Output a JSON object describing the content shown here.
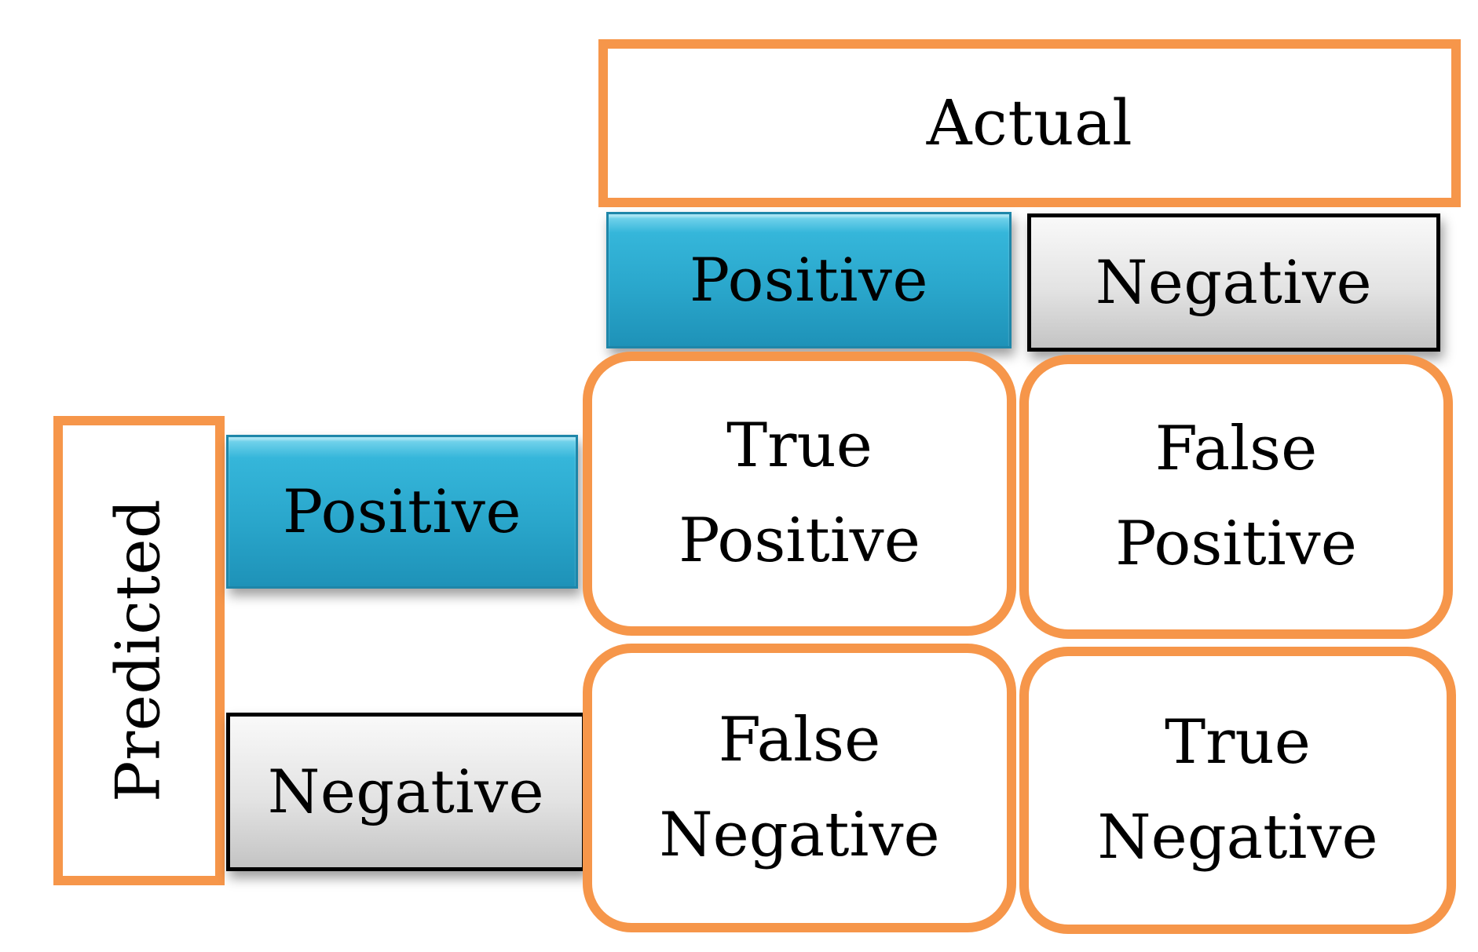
{
  "actual": {
    "title": "Actual",
    "positive": "Positive",
    "negative": "Negative"
  },
  "predicted": {
    "title": "Predicted",
    "positive": "Positive",
    "negative": "Negative"
  },
  "cells": {
    "tp": [
      "True",
      "Positive"
    ],
    "fp": [
      "False",
      "Positive"
    ],
    "fn": [
      "False",
      "Negative"
    ],
    "tn": [
      "True",
      "Negative"
    ]
  },
  "colors": {
    "border_accent": "#f6964a",
    "positive_fill": "#2aa7cc",
    "negative_fill": "#e3e3e3"
  }
}
